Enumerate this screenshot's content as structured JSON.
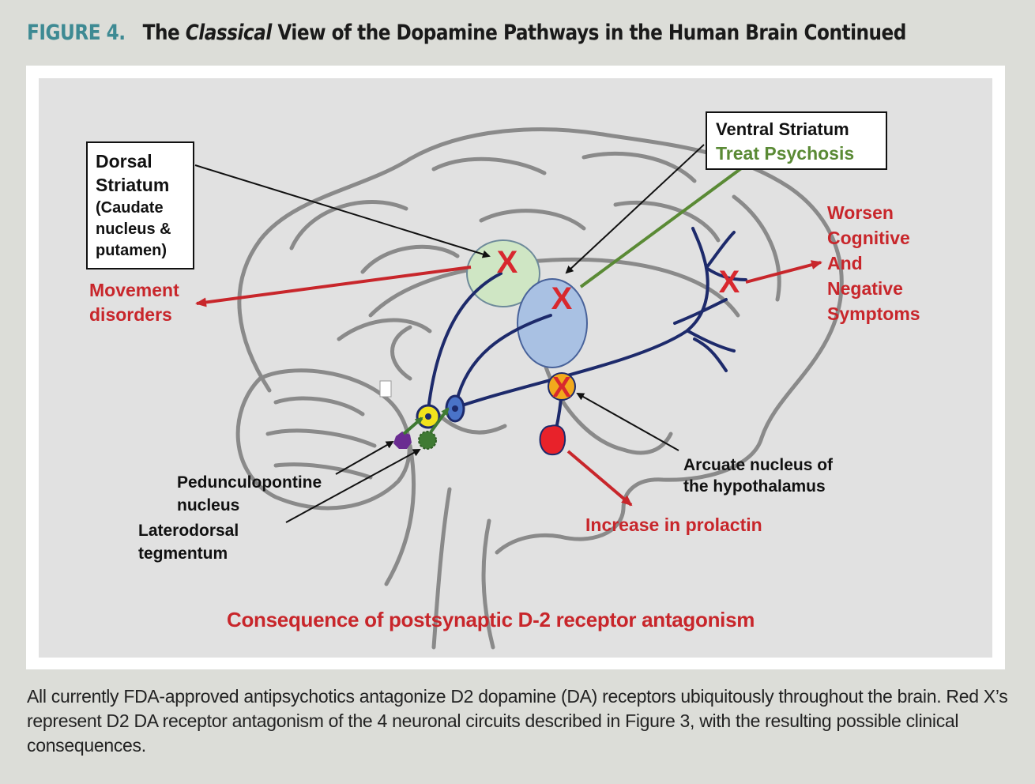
{
  "header": {
    "label": "FIGURE 4.",
    "title_prefix": "The ",
    "title_italic": "Classical",
    "title_rest": " View of the Dopamine Pathways in the Human Brain Continued"
  },
  "diagram": {
    "dorsal_box": {
      "line1": "Dorsal",
      "line2": "Striatum",
      "line3": "(Caudate",
      "line4": "nucleus &",
      "line5": "putamen)"
    },
    "ventral_box": {
      "title": "Ventral Striatum",
      "effect": "Treat Psychosis"
    },
    "movement": {
      "line1": "Movement",
      "line2": "disorders"
    },
    "worsen": {
      "line1": "Worsen",
      "line2": "Cognitive",
      "line3": "And",
      "line4": "Negative",
      "line5": "Symptoms"
    },
    "arcuate": {
      "line1": "Arcuate nucleus of",
      "line2": "the hypothalamus"
    },
    "prolactin": "Increase in prolactin",
    "pedunculo": {
      "line1": "Pedunculopontine",
      "line2": "nucleus"
    },
    "laterodorsal": {
      "line1": "Laterodorsal",
      "line2": "tegmentum"
    },
    "x_mark": "X",
    "consequence": "Consequence of postsynaptic D-2 receptor antagonism"
  },
  "caption": "All currently FDA-approved antipsychotics antagonize D2 dopamine (DA) receptors ubiquitously throughout the brain. Red X’s represent D2 DA receptor antagonism of the 4 neuronal circuits described in Figure 3, with the resulting possible clinical consequences.",
  "colors": {
    "accent_teal": "#3e8a93",
    "red": "#c8262b",
    "green": "#5a8a35",
    "navy": "#1d2a6b",
    "dorsal_fill": "#cfe6c4",
    "ventral_fill": "#a9c1e3",
    "yellow": "#f2e21c",
    "orange": "#f2a91c",
    "purple": "#6a2c91",
    "dark_green": "#3f7a33"
  }
}
